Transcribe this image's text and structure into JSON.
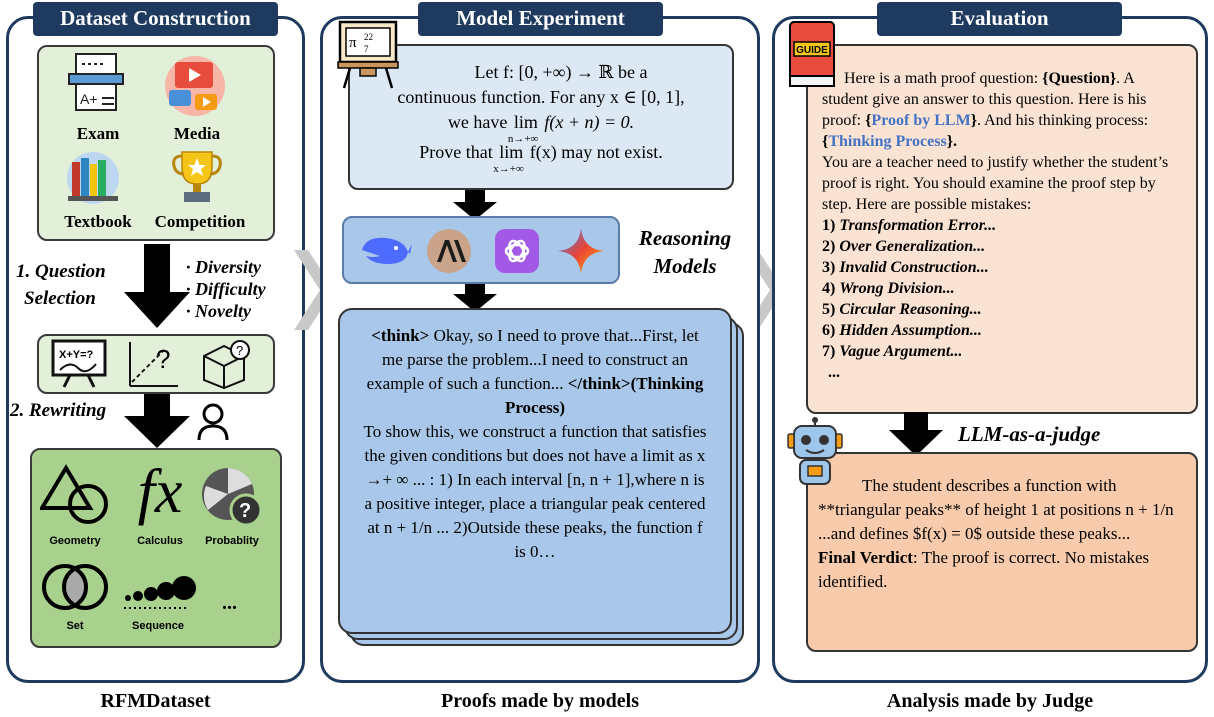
{
  "panels": {
    "left": {
      "header": "Dataset Construction",
      "caption": "RFMDataset"
    },
    "middle": {
      "header": "Model Experiment",
      "caption": "Proofs made by models"
    },
    "right": {
      "header": "Evaluation",
      "caption": "Analysis made by Judge"
    }
  },
  "sources": [
    "Exam",
    "Media",
    "Textbook",
    "Competition"
  ],
  "steps": {
    "selection_line1": "1. Question",
    "selection_line2": "Selection",
    "rewriting": "2. Rewriting"
  },
  "criteria": [
    "· Diversity",
    "· Difficulty",
    "· Novelty"
  ],
  "topics": [
    "Geometry",
    "Calculus",
    "Probablity",
    "Set",
    "Sequence",
    "..."
  ],
  "calculus_glyph": "fx",
  "question": {
    "line1": "Let f: [0, +∞) → ℝ be a",
    "line2": "continuous function. For any x ∈ [0, 1],",
    "line3a": "we have",
    "line3b": "lim",
    "line3c": "f(x + n) = 0.",
    "line3sub": "n→+∞",
    "line4a": "Prove that",
    "line4b": "lim",
    "line4c": "f(x) may not exist.",
    "line4sub": "x→+∞"
  },
  "reasoning_label_line1": "Reasoning",
  "reasoning_label_line2": "Models",
  "proof": {
    "think_open": "<think>",
    "t1": " Okay, so I need to prove that...First, let me parse the problem...I need to construct an example of such a function... ",
    "think_close": "</think>(Thinking Process)",
    "t2": "To show this, we construct a function that satisfies the given conditions but does not have a limit as x →+ ∞ ... : 1) In each interval [n, n + 1],where n is a positive integer, place a triangular peak centered at n + 1/n ... 2)Outside these peaks, the function f is 0…"
  },
  "guide_label": "GUIDE",
  "prompt": {
    "p1": "Here is a math proof question: ",
    "p1b": "{Question}",
    "p1c": ". A student give an answer to this question. Here is his proof: ",
    "p2b": "{",
    "p2c": "Proof by LLM",
    "p2d": "}",
    "p2e": ". And his thinking process: ",
    "p3b": "{",
    "p3c": "Thinking Process",
    "p3d": "}.",
    "p4": "You are a teacher need to justify whether the student’s proof is right. You should examine the proof step by step. Here are possible mistakes:",
    "mistakes": [
      {
        "n": "1) ",
        "t": "Transformation Error..."
      },
      {
        "n": "2) ",
        "t": "Over Generalization..."
      },
      {
        "n": "3) ",
        "t": "Invalid Construction..."
      },
      {
        "n": "4) ",
        "t": "Wrong Division..."
      },
      {
        "n": "5) ",
        "t": "Circular Reasoning..."
      },
      {
        "n": "6) ",
        "t": "Hidden Assumption..."
      },
      {
        "n": "7) ",
        "t": "Vague Argument..."
      }
    ],
    "ellipsis": "..."
  },
  "judge_label": "LLM-as-a-judge",
  "verdict": {
    "v1": "The student describes a function with **triangular peaks** of height 1 at positions n + 1/n ...and defines $f(x) = 0$ outside these peaks...",
    "final_label": "Final Verdict",
    "final_text": ": The proof is correct. No mistakes identified."
  },
  "colors": {
    "navy": "#1f3a5f",
    "green": "#e2efd9",
    "blue_card": "#a9c7e8",
    "peach": "#fbe3d3",
    "question_bg": "#dce8f3",
    "link_blue": "#4472c4"
  }
}
